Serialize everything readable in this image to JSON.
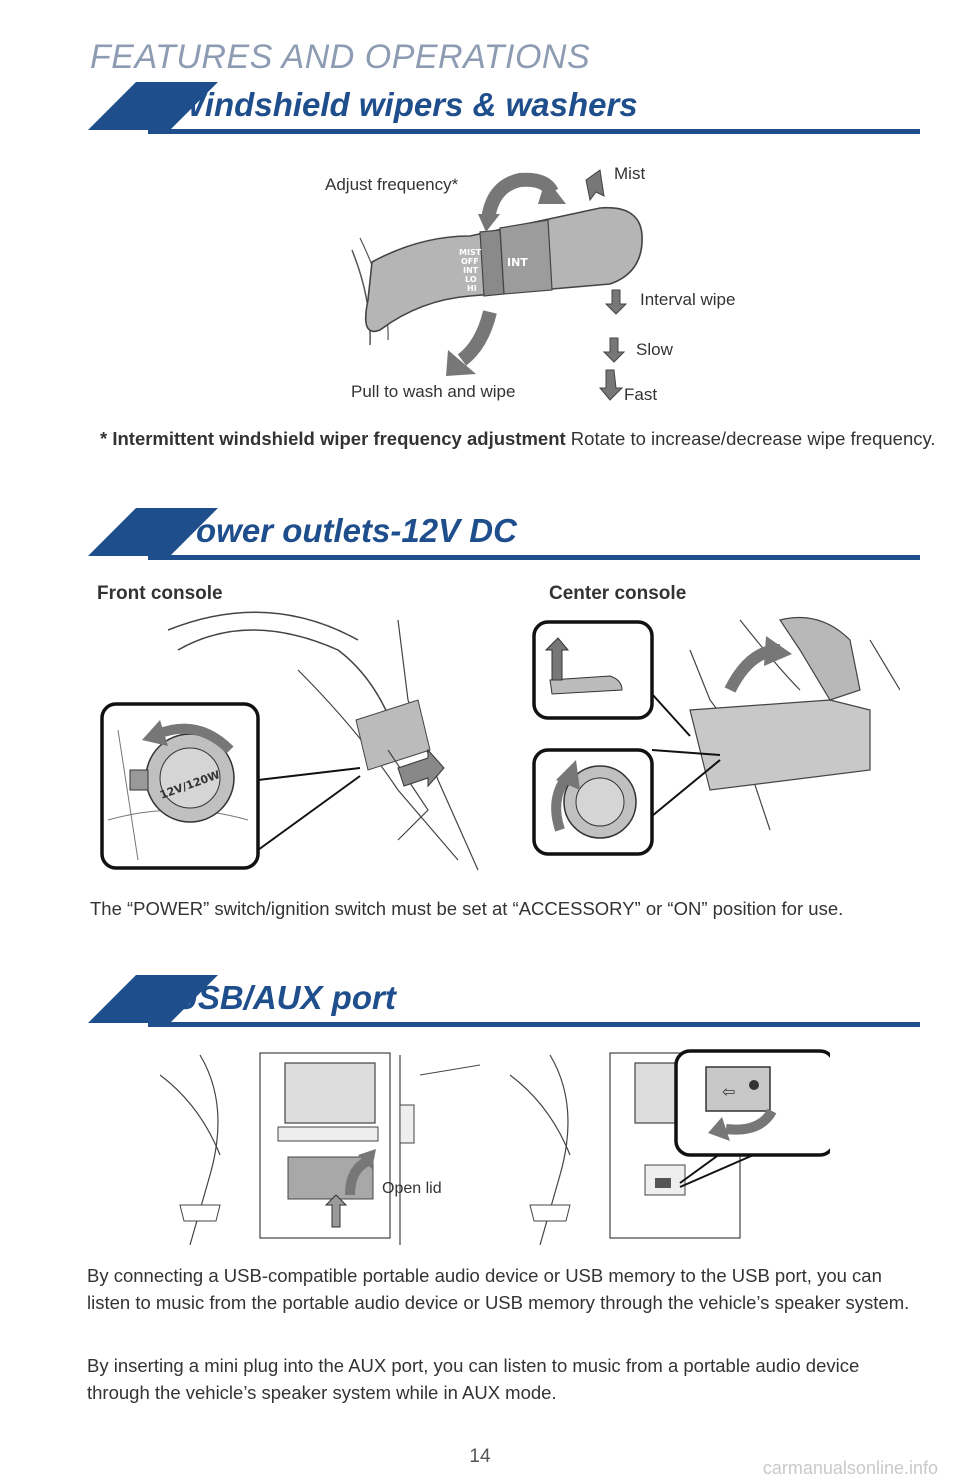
{
  "header": {
    "title": "FEATURES AND OPERATIONS"
  },
  "sections": {
    "wipers": {
      "title": "Windshield wipers & washers",
      "labels": {
        "adjust": "Adjust frequency*",
        "mist": "Mist",
        "interval": "Interval wipe",
        "slow": "Slow",
        "fast": "Fast",
        "pull": "Pull to wash and wipe"
      },
      "lever_marks": [
        "MIST",
        "OFF",
        "INT",
        "LO",
        "HI"
      ],
      "lever_int": "INT",
      "note_bold": "* Intermittent windshield wiper frequency adjustment",
      "note_text": " Rotate to increase/decrease wipe frequency."
    },
    "power": {
      "title": "Power outlets-12V DC",
      "front_label": "Front console",
      "center_label": "Center console",
      "outlet_marking": "12V/120W",
      "paragraph": "The “POWER” switch/ignition switch must be set at “ACCESSORY” or “ON” position for use."
    },
    "usb": {
      "title": "USB/AUX port",
      "open_lid": "Open lid",
      "paragraph1": "By connecting a USB-compatible portable audio device or USB memory to the USB port, you can listen to music from the portable audio device or USB memory through the vehicle’s speaker system.",
      "paragraph2": "By inserting a mini plug into the AUX port, you can listen to music from a portable audio device through the vehicle’s speaker system while in AUX mode."
    }
  },
  "footer": {
    "page_number": "14",
    "watermark": "carmanualsonline.info"
  },
  "colors": {
    "brand_blue": "#1f4e8c",
    "header_gray": "#8d9cb3",
    "illustration_gray": "#a8a8a8"
  }
}
